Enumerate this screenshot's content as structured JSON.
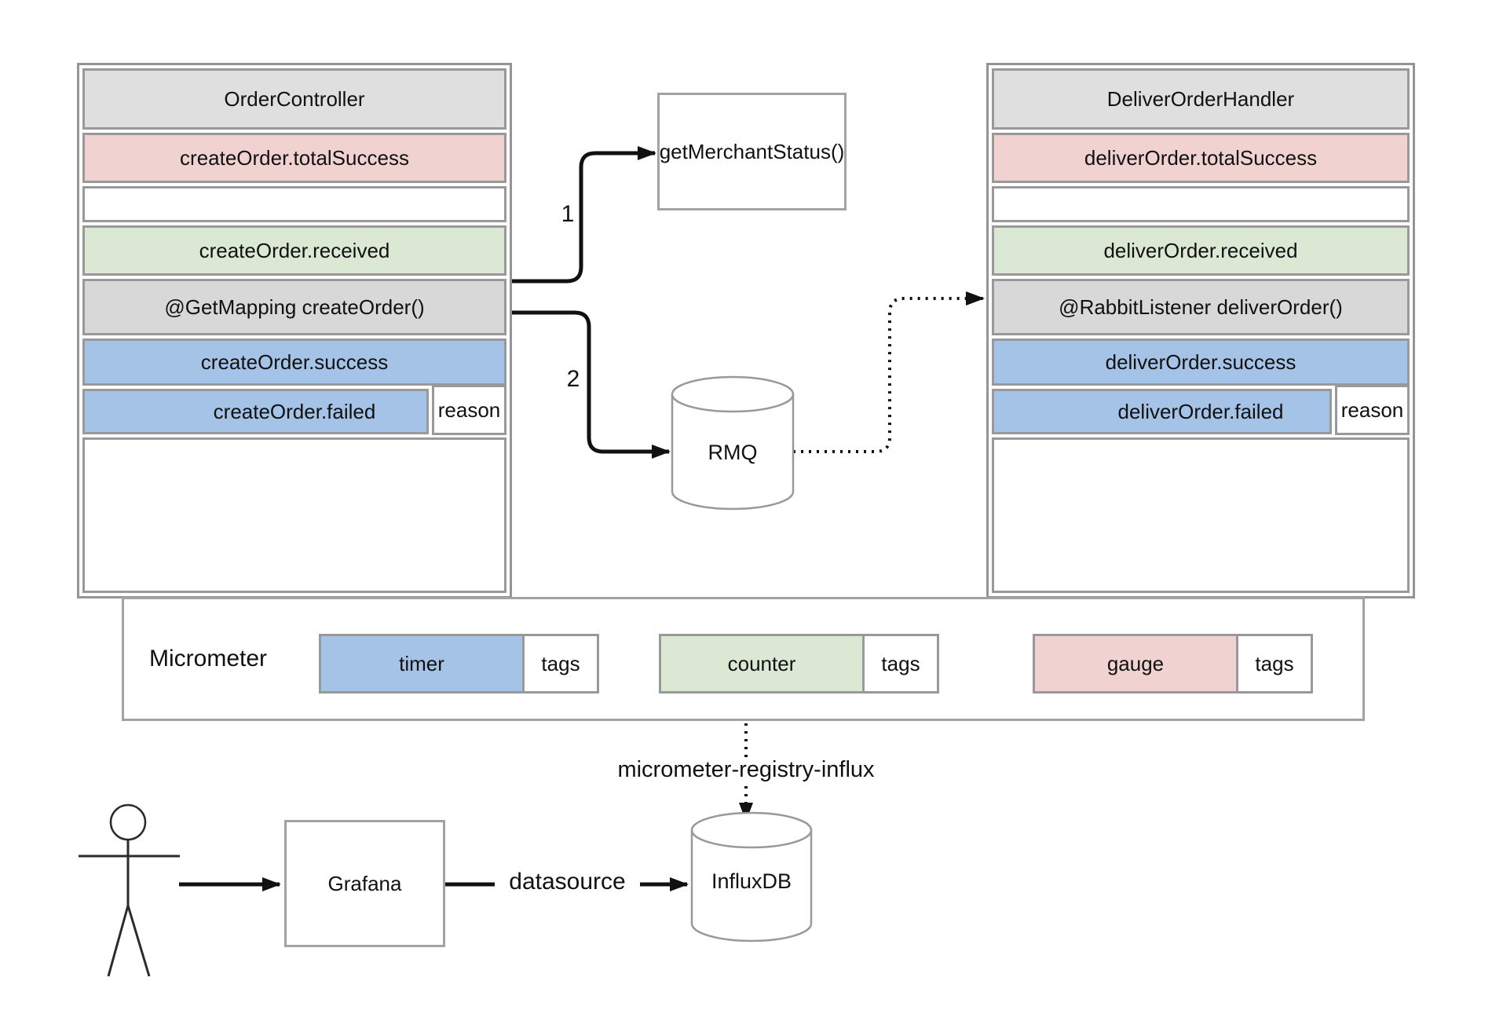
{
  "palette": {
    "blue": "#a4c3e6",
    "green": "#dbe8d4",
    "pink": "#f0d3d1",
    "header_gray": "#dfdfdf",
    "method_gray": "#d8d8d8",
    "border_gray": "#999999",
    "arrow_black": "#111111"
  },
  "order_controller": {
    "title": "OrderController",
    "total_success": "createOrder.totalSuccess",
    "received": "createOrder.received",
    "method": "@GetMapping createOrder()",
    "success": "createOrder.success",
    "failed": "createOrder.failed",
    "failed_tag": "reason"
  },
  "deliver_order_handler": {
    "title": "DeliverOrderHandler",
    "total_success": "deliverOrder.totalSuccess",
    "received": "deliverOrder.received",
    "method": "@RabbitListener deliverOrder()",
    "success": "deliverOrder.success",
    "failed": "deliverOrder.failed",
    "failed_tag": "reason"
  },
  "merchant_status": {
    "label": "getMerchantStatus()"
  },
  "rmq": {
    "label": "RMQ"
  },
  "flow_labels": {
    "step1": "1",
    "step2": "2"
  },
  "micrometer": {
    "title": "Micrometer",
    "metrics": [
      {
        "name": "timer",
        "tags": "tags",
        "color": "blue"
      },
      {
        "name": "counter",
        "tags": "tags",
        "color": "green"
      },
      {
        "name": "gauge",
        "tags": "tags",
        "color": "pink"
      }
    ]
  },
  "registry_label": "micrometer-registry-influx",
  "grafana": {
    "label": "Grafana"
  },
  "datasource_label": "datasource",
  "influxdb": {
    "label": "InfluxDB"
  }
}
